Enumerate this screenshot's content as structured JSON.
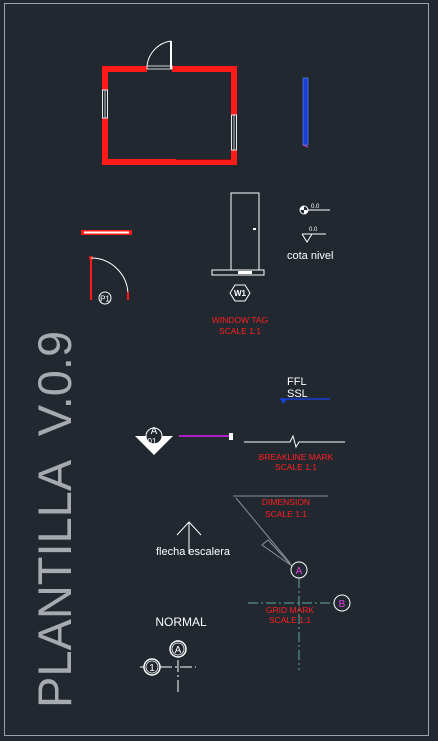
{
  "title": "PLANTILLA  V.0.9",
  "door_tag": "P1",
  "window_tag": {
    "symbol": "W1",
    "label": "WINDOW TAG",
    "scale": "SCALE 1:1"
  },
  "level": {
    "value_top": "0.0",
    "value_bottom": "0.0",
    "label": "cota nivel"
  },
  "ffl": {
    "line1": "FFL",
    "line2": "SSL"
  },
  "section_mark": {
    "letter": "A",
    "number": "01"
  },
  "breakline": {
    "label": "BREAKLINE MARK",
    "scale": "SCALE 1:1"
  },
  "dimension": {
    "label": "DIMENSION",
    "scale": "SCALE 1:1"
  },
  "grid": {
    "axis_a": "A",
    "axis_b": "B",
    "label": "GRID MARK",
    "scale": "SCALE 1:1"
  },
  "stair": {
    "label": "flecha escalera"
  },
  "normal": {
    "label": "NORMAL",
    "bubble_a": "A",
    "bubble_1": "1"
  },
  "colors": {
    "background": "#212830",
    "frame": "#9aa1a8",
    "wall_red": "#ff1a1a",
    "annotation_red": "#ff2020",
    "blue": "#1a3fd6",
    "magenta": "#b020c8",
    "cyan_grid": "#5fa89a",
    "white": "#ffffff"
  }
}
